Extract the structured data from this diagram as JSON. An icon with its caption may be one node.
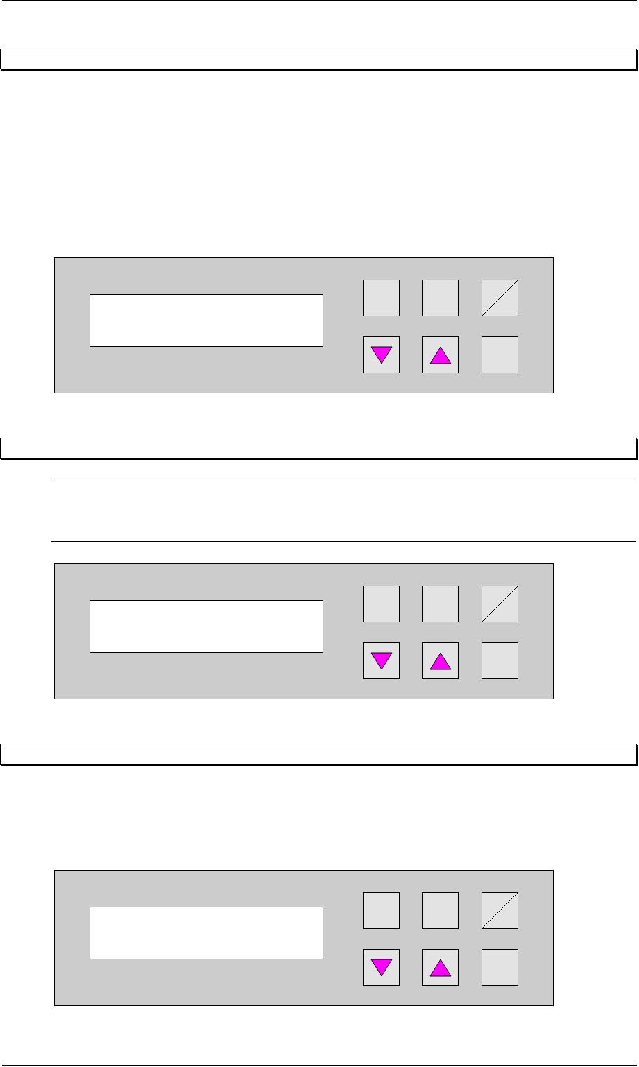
{
  "diagram": {
    "nodes": [
      {
        "text": [],
        "shape": "box"
      },
      {
        "text": [],
        "shape": "box"
      },
      {
        "text": [],
        "shape": "box",
        "in": 1
      },
      {
        "text": [],
        "shape": "box",
        "in": 1
      },
      {
        "text": [],
        "shape": "box",
        "in": 1
      },
      {
        "text": [],
        "shape": "box",
        "in": 1
      },
      {
        "text": [],
        "shape": "box",
        "in": 1
      },
      {
        "text": [],
        "shape": "box",
        "in": 1
      },
      {
        "text": [],
        "shape": "box",
        "in": 1
      },
      {
        "text": [],
        "shape": "box"
      },
      {
        "text": [],
        "shape": "box"
      },
      {
        "text": [],
        "shape": "box",
        "in": 10
      },
      {
        "text": [],
        "shape": "box",
        "in": 10
      },
      {
        "text": [],
        "shape": "box",
        "in": 10
      },
      {
        "text": [],
        "shape": "box",
        "in": 10
      },
      {
        "text": [],
        "shape": "box",
        "in": 10
      },
      {
        "text": [],
        "shape": "box",
        "in": 10
      },
      {
        "text": [],
        "shape": "box",
        "in": 10
      },
      {
        "text": [],
        "shape": "box"
      },
      {
        "text": [],
        "shape": "box"
      },
      {
        "text": [],
        "shape": "box",
        "in": 19
      },
      {
        "text": [],
        "shape": "box",
        "in": 19
      },
      {
        "text": [],
        "shape": "box",
        "in": 19
      },
      {
        "text": [],
        "shape": "box",
        "in": 19
      },
      {
        "text": [],
        "shape": "box",
        "in": 19
      },
      {
        "text": [],
        "shape": "box",
        "in": 19
      },
      {
        "text": [],
        "shape": "box",
        "in": 19
      }
    ]
  }
}
